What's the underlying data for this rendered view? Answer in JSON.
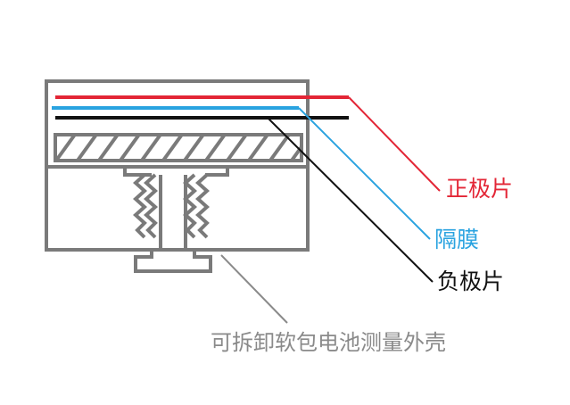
{
  "labels": {
    "positive_plate": "正极片",
    "separator": "隔膜",
    "negative_plate": "负极片",
    "housing": "可拆卸软包电池测量外壳"
  },
  "colors": {
    "positive": "#e32636",
    "separator": "#2aa3e0",
    "negative": "#111111",
    "housing": "#7a7a7a",
    "housing_label": "#8a8a8a"
  }
}
